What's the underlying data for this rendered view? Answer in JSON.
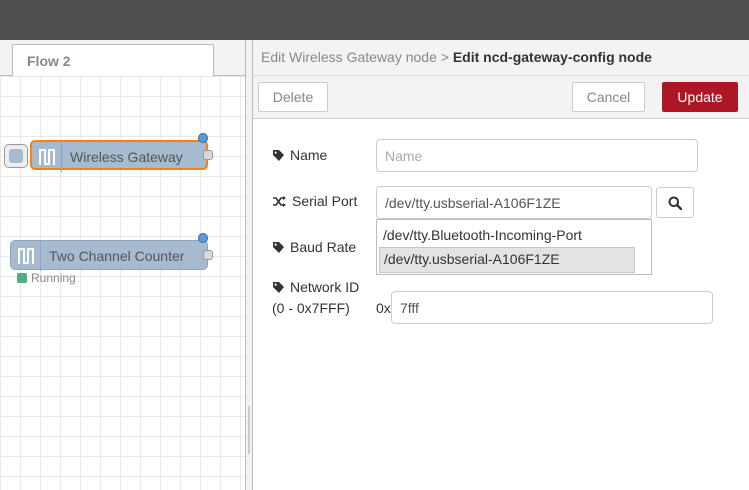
{
  "workspace": {
    "tab_label": "Flow 2",
    "nodes": [
      {
        "label": "Wireless Gateway",
        "icon": "serial-wave-icon"
      },
      {
        "label": "Two Channel Counter",
        "icon": "serial-wave-icon",
        "status": "Running"
      }
    ]
  },
  "tray": {
    "breadcrumb_parent": "Edit Wireless Gateway node",
    "breadcrumb_sep": ">",
    "breadcrumb_current": "Edit ncd-gateway-config node",
    "delete_label": "Delete",
    "cancel_label": "Cancel",
    "update_label": "Update",
    "fields": {
      "name_label": "Name",
      "name_placeholder": "Name",
      "name_value": "",
      "serial_label": "Serial Port",
      "serial_value": "/dev/tty.usbserial-A106F1ZE",
      "baud_label": "Baud Rate",
      "network_label": "Network ID",
      "network_range": "(0 - 0x7FFF)",
      "network_prefix": "0x",
      "network_value": "7fff"
    },
    "port_options": [
      "/dev/tty.Bluetooth-Incoming-Port",
      "/dev/tty.usbserial-A106F1ZE"
    ],
    "colors": {
      "accent": "#ad1625",
      "node": "#a6bbcf",
      "selection": "#ff7f0e",
      "status": "#5b9bd5"
    }
  }
}
